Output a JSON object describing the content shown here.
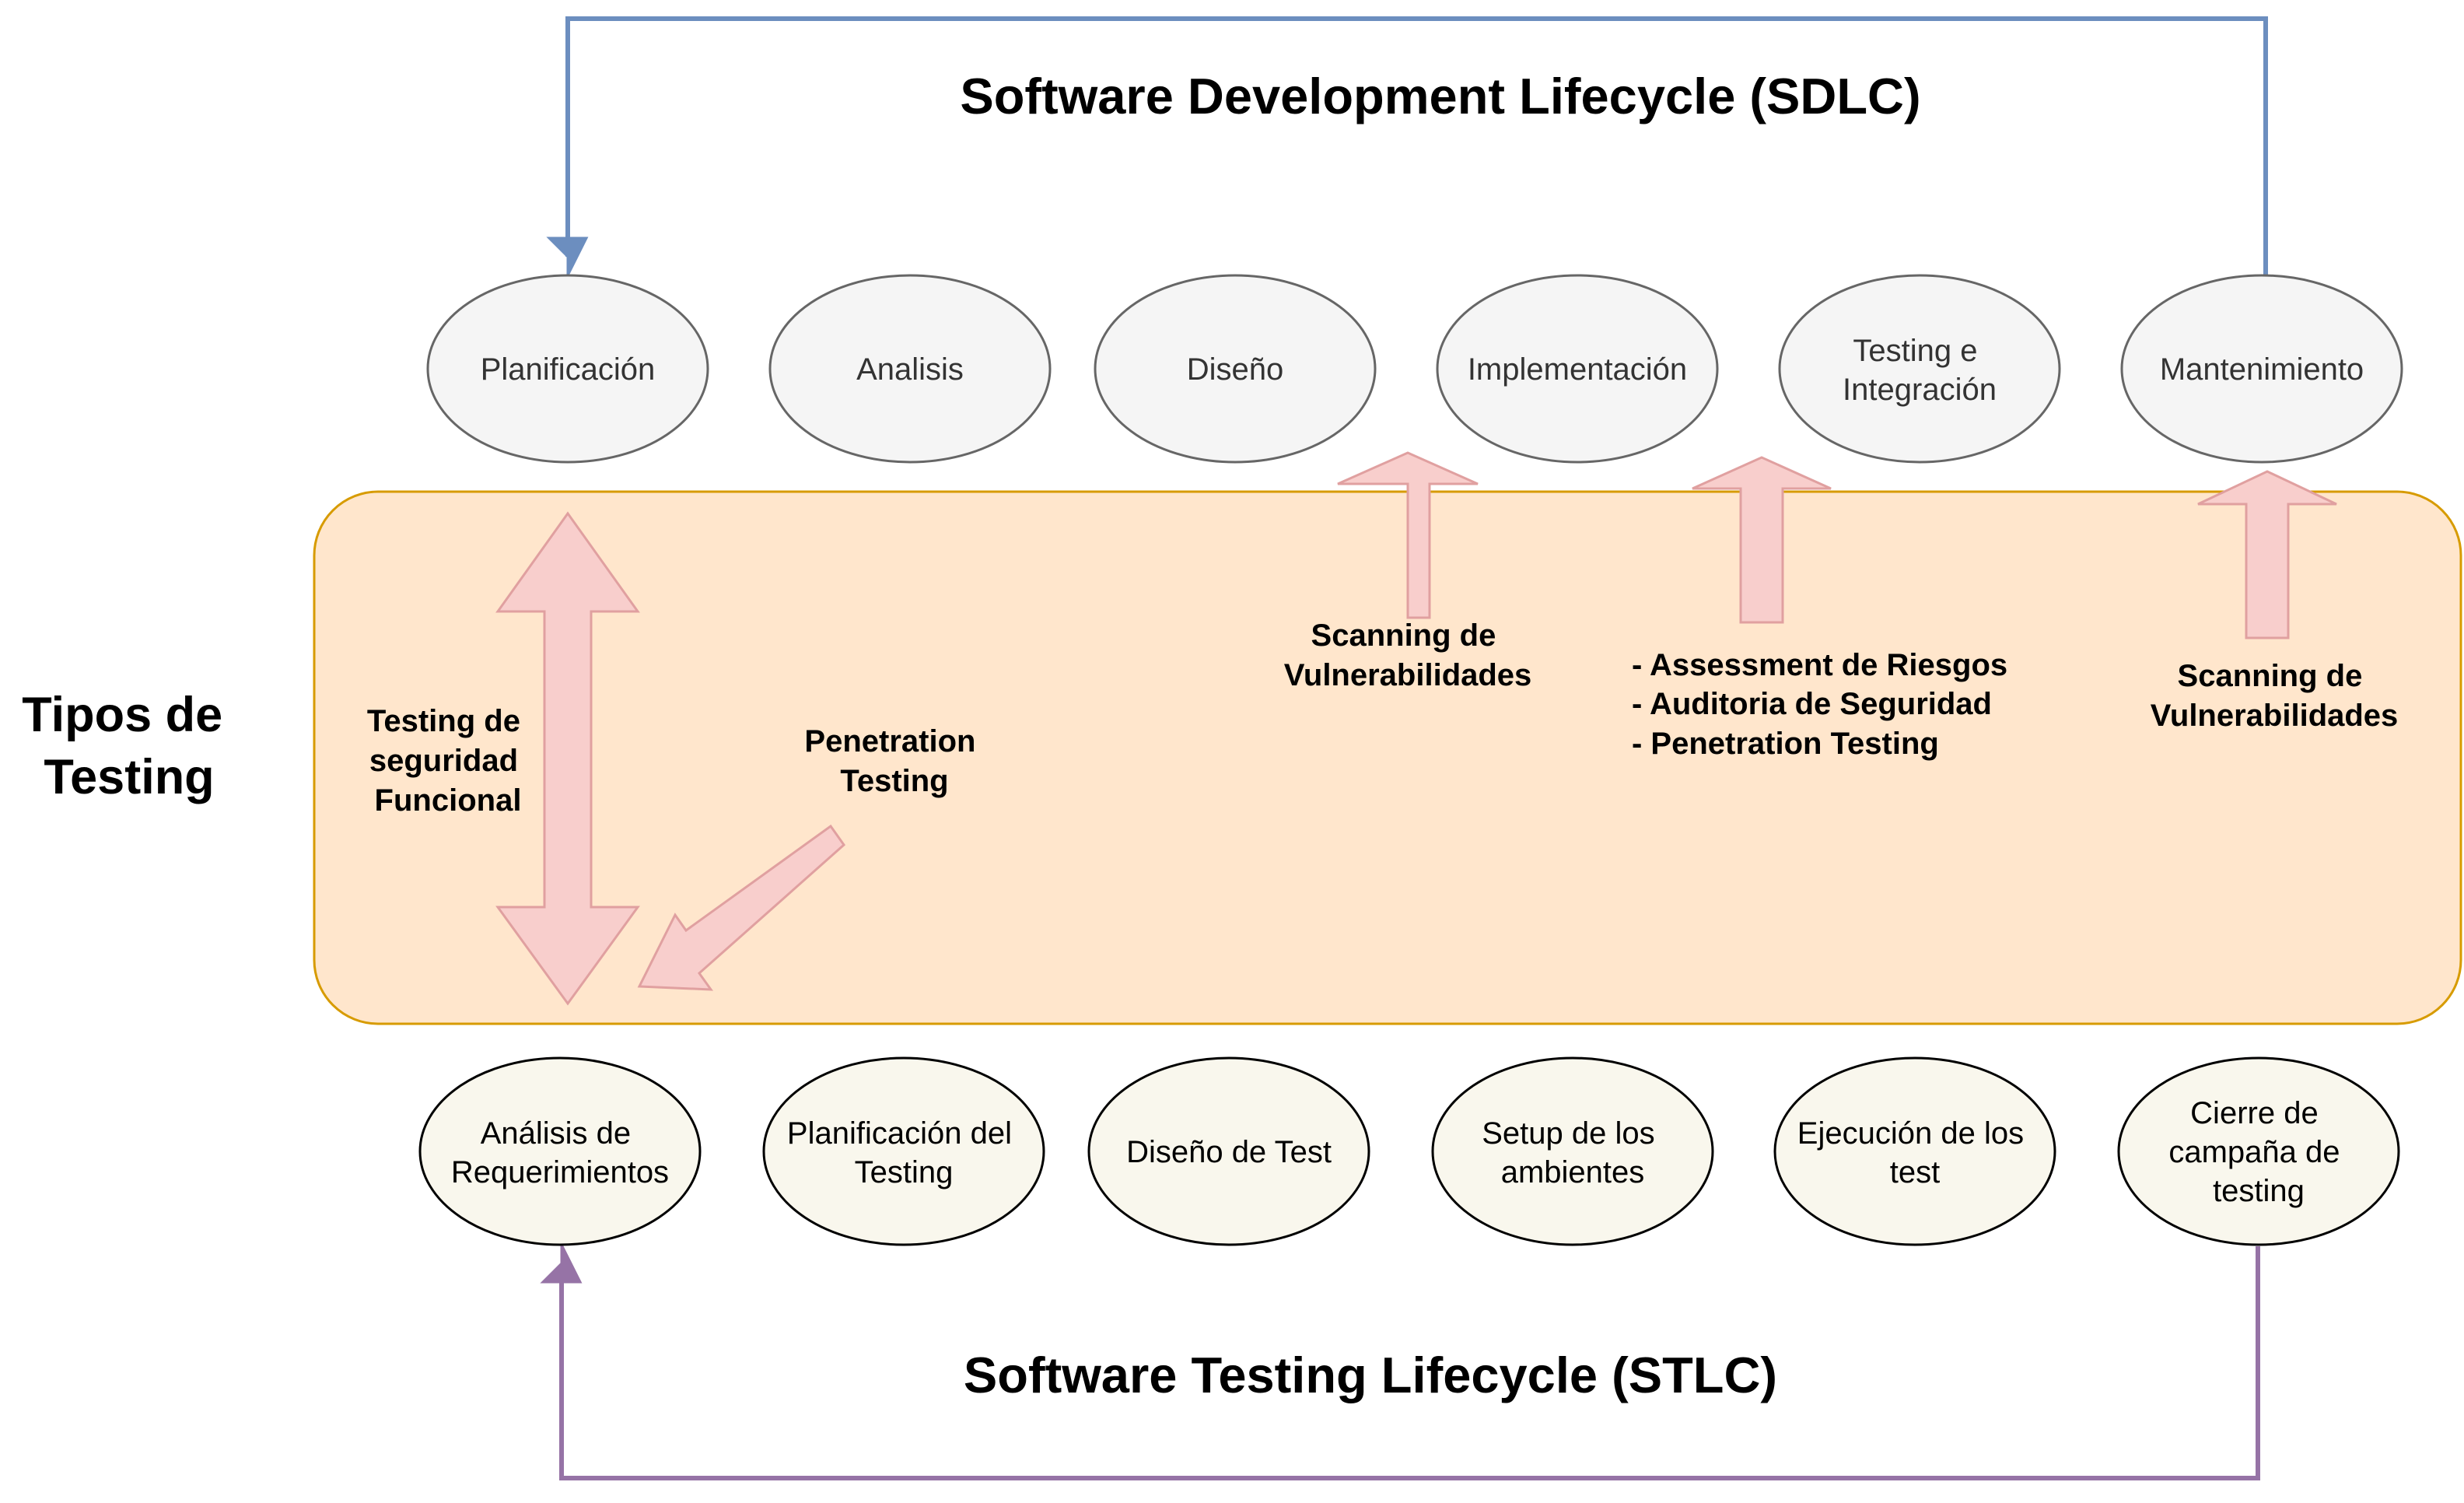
{
  "sdlc": {
    "title": "Software Development Lifecycle (SDLC)",
    "phases": [
      {
        "label": [
          "Planificación"
        ]
      },
      {
        "label": [
          "Analisis"
        ]
      },
      {
        "label": [
          "Diseño"
        ]
      },
      {
        "label": [
          "Implementación"
        ]
      },
      {
        "label": [
          "Testing e",
          "Integración"
        ]
      },
      {
        "label": [
          "Mantenimiento"
        ]
      }
    ]
  },
  "stlc": {
    "title": "Software Testing Lifecycle (STLC)",
    "phases": [
      {
        "label": [
          "Análisis de",
          "Requerimientos"
        ]
      },
      {
        "label": [
          "Planificación del",
          "Testing"
        ]
      },
      {
        "label": [
          "Diseño de Test"
        ]
      },
      {
        "label": [
          "Setup de los",
          "ambientes"
        ]
      },
      {
        "label": [
          "Ejecución de los",
          "test"
        ]
      },
      {
        "label": [
          "Cierre de",
          "campaña de",
          "testing"
        ]
      }
    ]
  },
  "testing_types": {
    "title": [
      "Tipos de",
      "Testing"
    ],
    "functional": [
      "Testing de",
      "seguridad",
      "Funcional"
    ],
    "penetration": [
      "Penetration",
      "Testing"
    ],
    "scanning_impl": [
      "Scanning de",
      "Vulnerabilidades"
    ],
    "assessment": [
      "- Assessment de Riesgos",
      "- Auditoria de Seguridad",
      "- Penetration Testing"
    ],
    "scanning_maint": [
      "Scanning de",
      "Vulnerabilidades"
    ]
  },
  "colors": {
    "sdlc_loop": "#6c8ebf",
    "stlc_loop": "#9673a6",
    "band_fill": "#ffe6cc",
    "band_stroke": "#d79b00",
    "sdlc_node_fill": "#f5f5f5",
    "stlc_node_fill": "#f9f7ed",
    "arrow_fill": "#f8cecc",
    "arrow_stroke": "#e0a0a0"
  }
}
